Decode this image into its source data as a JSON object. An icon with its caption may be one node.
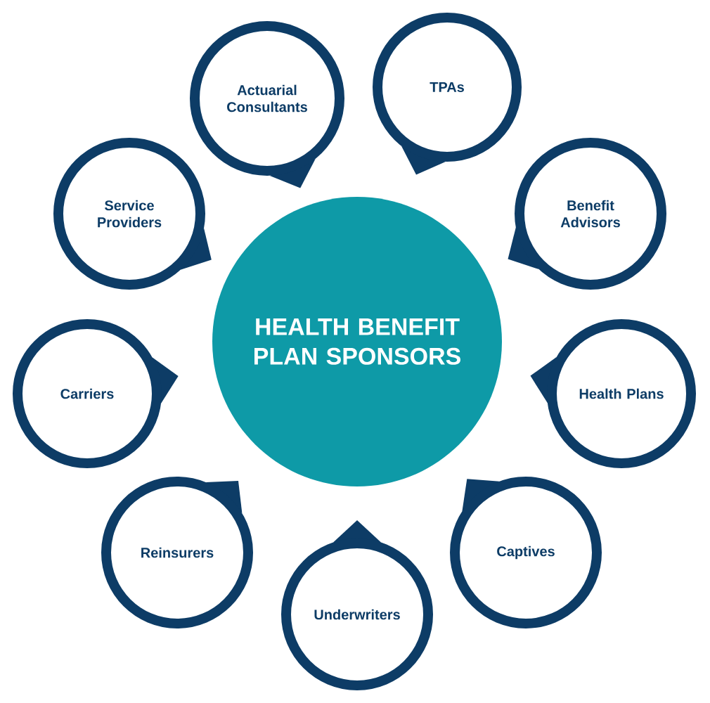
{
  "diagram": {
    "nodes": [
      {
        "text": [
          "HEALTH BENEFIT PLAN SPONSORS"
        ]
      },
      {
        "text": [
          "Actuarial Consultants"
        ]
      },
      {
        "text": [
          "TPAs"
        ]
      },
      {
        "text": [
          "Service Providers"
        ]
      },
      {
        "text": [
          "Benefit Advisors"
        ]
      },
      {
        "text": [
          "Carriers"
        ]
      },
      {
        "text": [
          "Health Plans"
        ]
      },
      {
        "text": [
          "Reinsurers"
        ]
      },
      {
        "text": [
          "Captives"
        ]
      },
      {
        "text": [
          "Underwriters"
        ]
      }
    ]
  }
}
